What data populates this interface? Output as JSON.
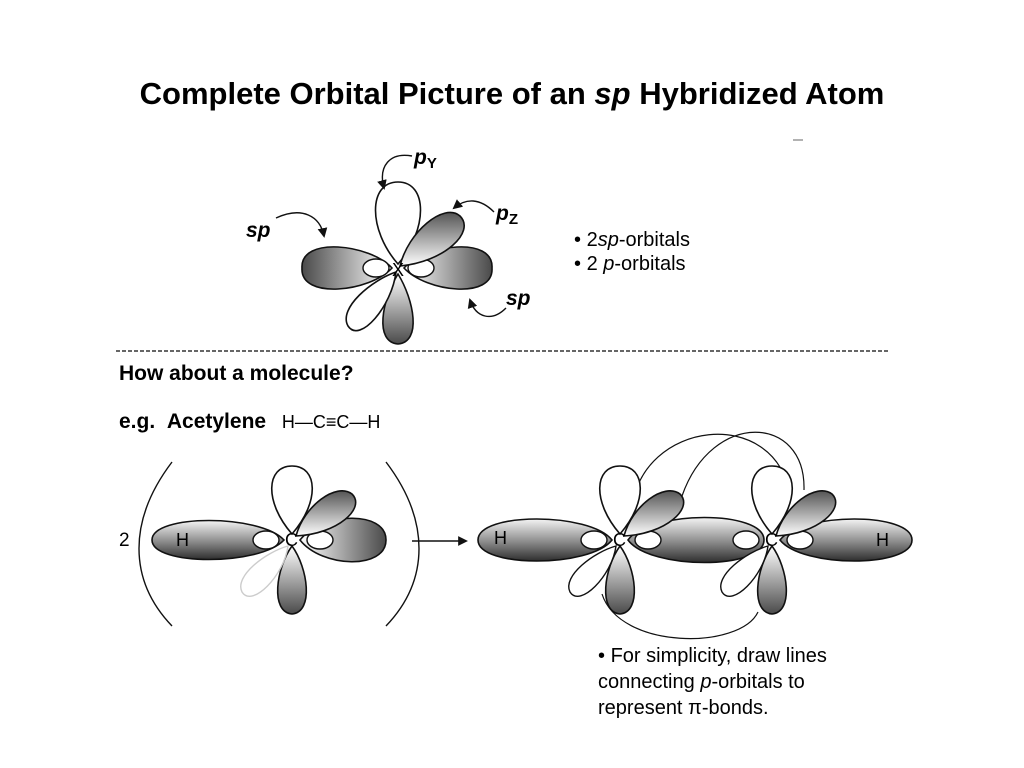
{
  "title": {
    "part1": "Complete Orbital Picture of an",
    "emph": "sp",
    "part2": "Hybridized Atom"
  },
  "atom": {
    "center": "X",
    "label_py": "pY",
    "label_pz": "pZ",
    "label_sp_left": "sp",
    "label_sp_right": "sp"
  },
  "summary": [
    {
      "bullet": "•",
      "count": "2",
      "emph": "sp",
      "rest": "-orbitals"
    },
    {
      "bullet": "•",
      "count": "2",
      "emph": "p",
      "rest": "-orbitals"
    }
  ],
  "molecule": {
    "heading": "How about a molecule?",
    "eg_label": "e.g.",
    "name": "Acetylene",
    "formula": "H—C≡C—H"
  },
  "reaction": {
    "coefficient": "2",
    "reactant_labels": [
      "H",
      "C"
    ],
    "product_labels": [
      "H",
      "C",
      "C",
      "H"
    ]
  },
  "note": {
    "bullet": "•",
    "line1": "For simplicity, draw lines",
    "line2_pre": "connecting",
    "line2_emph": "p",
    "line2_post": "-orbitals to",
    "line3": "represent π-bonds."
  },
  "colors": {
    "shade_light": "#ffffff",
    "shade_dark": "#4a4a4a",
    "stroke": "#111111",
    "dash": "#333333"
  }
}
